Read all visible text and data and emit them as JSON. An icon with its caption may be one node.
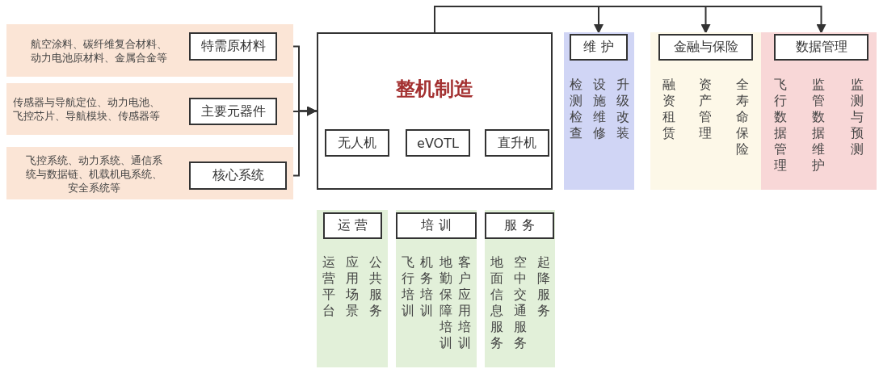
{
  "diagram": {
    "nodes": [
      {
        "text": [
          "航空涂料、碳纤维复合材料、动力电池原材料、金属合金等"
        ]
      },
      {
        "text": [
          "特需原材料"
        ],
        "in": 0
      },
      {
        "text": [
          "传感器与导航定位、动力电池、飞控芯片、导航模块、传感器等"
        ]
      },
      {
        "text": [
          "主要元器件"
        ],
        "in": 2
      },
      {
        "text": [
          "飞控系统、动力系统、通信系统与数据链、机载机电系统、安全系统等"
        ]
      },
      {
        "text": [
          "核心系统"
        ],
        "in": 4
      },
      {
        "text": [
          "整机制造"
        ]
      },
      {
        "text": [
          "无人机"
        ],
        "in": 6
      },
      {
        "text": [
          "eVOTL"
        ],
        "in": 6
      },
      {
        "text": [
          "直升机"
        ],
        "in": 6
      },
      {
        "text": [
          "检测检查",
          "设施维修",
          "升级改装"
        ]
      },
      {
        "text": [
          "维 护"
        ],
        "in": 10
      },
      {
        "text": [
          "融资租赁",
          "资产管理",
          "全寿命保险"
        ]
      },
      {
        "text": [
          "金融与保险"
        ],
        "in": 12
      },
      {
        "text": [
          "飞行数据管理",
          "监管数据维护",
          "监测与预测"
        ]
      },
      {
        "text": [
          "数据管理"
        ],
        "in": 14
      },
      {
        "text": [
          "运营平台",
          "应用场景",
          "公共服务"
        ]
      },
      {
        "text": [
          "运 营"
        ],
        "in": 16
      },
      {
        "text": [
          "飞行培训",
          "机务培训",
          "地勤保障培训",
          "客户应用培训"
        ]
      },
      {
        "text": [
          "培 训"
        ],
        "in": 18
      },
      {
        "text": [
          "地面信息服务",
          "空中交通服务",
          "起降服务"
        ]
      },
      {
        "text": [
          "服 务"
        ],
        "in": 20
      }
    ],
    "edges": [
      {
        "from": 1,
        "to": 6,
        "arrow": "to"
      },
      {
        "from": 3,
        "to": 6,
        "arrow": "to"
      },
      {
        "from": 5,
        "to": 6,
        "arrow": "to"
      },
      {
        "from": 6,
        "to": 11,
        "arrow": "to"
      },
      {
        "from": 6,
        "to": 13,
        "arrow": "to"
      },
      {
        "from": 6,
        "to": 15,
        "arrow": "to"
      }
    ]
  }
}
